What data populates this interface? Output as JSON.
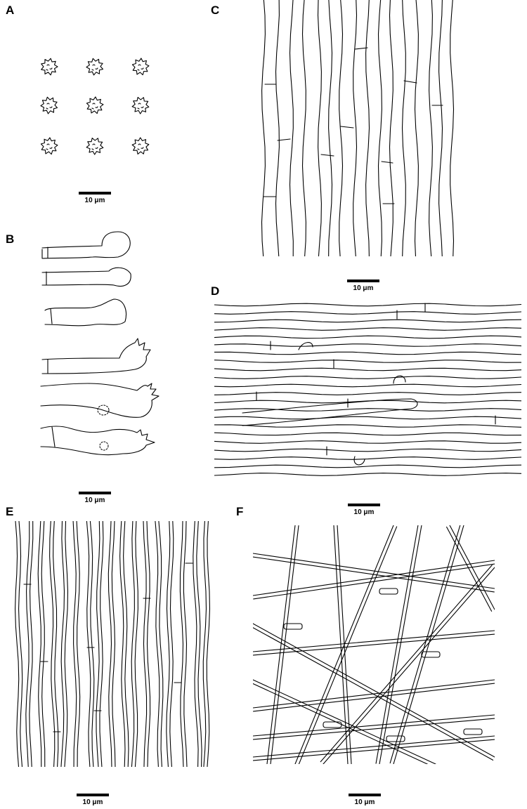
{
  "panels": {
    "A": {
      "letter": "A",
      "scale_label": "10 μm"
    },
    "B": {
      "letter": "B",
      "scale_label": "10 μm"
    },
    "C": {
      "letter": "C",
      "scale_label": "10 μm"
    },
    "D": {
      "letter": "D",
      "scale_label": "10 μm"
    },
    "E": {
      "letter": "E",
      "scale_label": "10 μm"
    },
    "F": {
      "letter": "F",
      "scale_label": "10 μm"
    }
  }
}
